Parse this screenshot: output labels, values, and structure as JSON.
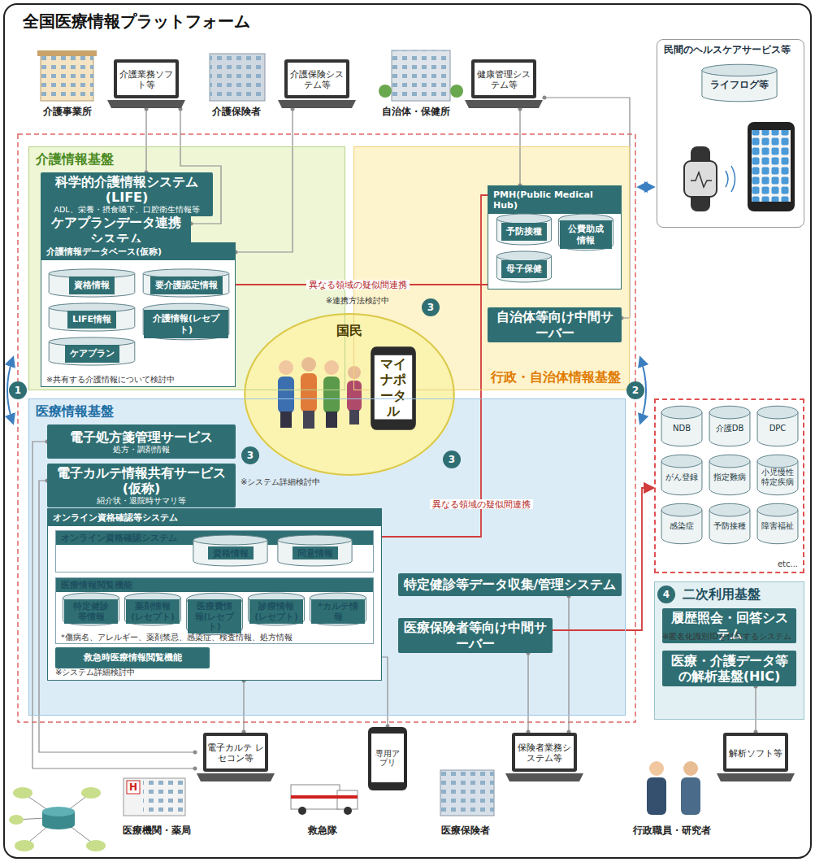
{
  "diagram": {
    "title": "全国医療情報プラットフォーム",
    "nodes": [
      {
        "text": [
          "介護業務ソフト等"
        ]
      },
      {
        "text": [
          "介護保険システム等"
        ]
      },
      {
        "text": [
          "健康管理システム等"
        ]
      },
      {
        "text": [
          "民間のヘルスケアサービス等"
        ]
      },
      {
        "text": [
          "ライフログ等"
        ],
        "in": 3
      },
      {
        "text": [
          "介護情報基盤"
        ]
      },
      {
        "text": [
          "科学的介護情報システム(LIFE)",
          "ADL、栄養・摂食嚥下、口腔衛生情報等"
        ],
        "in": 5
      },
      {
        "text": [
          "ケアプランデータ連携システム"
        ],
        "in": 5
      },
      {
        "text": [
          "介護情報データベース(仮称)",
          "※共有する介護情報について検討中"
        ],
        "in": 5
      },
      {
        "text": [
          "資格情報"
        ],
        "in": 8
      },
      {
        "text": [
          "要介護認定情報"
        ],
        "in": 8
      },
      {
        "text": [
          "LIFE情報"
        ],
        "in": 8
      },
      {
        "text": [
          "介護情報(レセプト)"
        ],
        "in": 8
      },
      {
        "text": [
          "ケアプラン"
        ],
        "in": 8
      },
      {
        "text": [
          "行政・自治体情報基盤"
        ]
      },
      {
        "text": [
          "PMH(Public Medical Hub)"
        ],
        "in": 14
      },
      {
        "text": [
          "予防接種"
        ],
        "in": 15
      },
      {
        "text": [
          "公費助成情報"
        ],
        "in": 15
      },
      {
        "text": [
          "母子保健"
        ],
        "in": 15
      },
      {
        "text": [
          "自治体等向け中間サーバー"
        ],
        "in": 14
      },
      {
        "text": [
          "国民"
        ]
      },
      {
        "text": [
          "マイナポータル"
        ],
        "in": 20
      },
      {
        "text": [
          "医療情報基盤"
        ]
      },
      {
        "text": [
          "電子処方箋管理サービス",
          "処方・調剤情報"
        ],
        "in": 22
      },
      {
        "text": [
          "電子カルテ情報共有サービス(仮称)",
          "紹介状・退院時サマリ等"
        ],
        "in": 22
      },
      {
        "text": [
          "オンライン資格確認等システム"
        ],
        "in": 22
      },
      {
        "text": [
          "オンライン資格確認システム"
        ],
        "in": 25
      },
      {
        "text": [
          "資格情報"
        ],
        "in": 26
      },
      {
        "text": [
          "同意情報"
        ],
        "in": 26
      },
      {
        "text": [
          "医療情報閲覧機能",
          "*傷病名、アレルギー、薬剤禁忌、感染症、検査情報、処方情報"
        ],
        "in": 25
      },
      {
        "text": [
          "特定健診等情報"
        ],
        "in": 29
      },
      {
        "text": [
          "薬剤情報(レセプト)"
        ],
        "in": 29
      },
      {
        "text": [
          "医療費情報(レセプト)"
        ],
        "in": 29
      },
      {
        "text": [
          "診療情報(レセプト)"
        ],
        "in": 29
      },
      {
        "text": [
          "*カルテ情報"
        ],
        "in": 29
      },
      {
        "text": [
          "救急時医療情報閲覧機能"
        ],
        "in": 25
      },
      {
        "text": [
          "特定健診等データ収集/管理システム"
        ],
        "in": 22
      },
      {
        "text": [
          "医療保険者等向け中間サーバー"
        ],
        "in": 22
      },
      {
        "text": [
          "etc..."
        ]
      },
      {
        "text": [
          "NDB"
        ],
        "in": 38
      },
      {
        "text": [
          "介護DB"
        ],
        "in": 38
      },
      {
        "text": [
          "DPC"
        ],
        "in": 38
      },
      {
        "text": [
          "がん登録"
        ],
        "in": 38
      },
      {
        "text": [
          "指定難病"
        ],
        "in": 38
      },
      {
        "text": [
          "小児慢性特定疾病"
        ],
        "in": 38
      },
      {
        "text": [
          "感染症"
        ],
        "in": 38
      },
      {
        "text": [
          "予防接種"
        ],
        "in": 38
      },
      {
        "text": [
          "障害福祉"
        ],
        "in": 38
      },
      {
        "text": [
          "二次利用基盤"
        ]
      },
      {
        "text": [
          "履歴照会・回答システム"
        ],
        "in": 48
      },
      {
        "text": [
          "医療・介護データ等の解析基盤(HIC)"
        ],
        "in": 48
      },
      {
        "text": [
          "電子カルテ レセコン等"
        ]
      },
      {
        "text": [
          "専用アプリ"
        ]
      },
      {
        "text": [
          "保険者業務システム等"
        ]
      },
      {
        "text": [
          "解析ソフト等"
        ]
      }
    ],
    "edges": [
      {
        "from": 0,
        "to": 6,
        "arrow": "none"
      },
      {
        "from": 0,
        "to": 7,
        "arrow": "none"
      },
      {
        "from": 1,
        "to": 8,
        "arrow": "none"
      },
      {
        "from": 2,
        "to": 15,
        "arrow": "none"
      },
      {
        "from": 2,
        "to": 19,
        "arrow": "none"
      },
      {
        "from": 8,
        "to": 15,
        "label": "異なる領域の疑似間連携",
        "arrow": "none"
      },
      {
        "from": 15,
        "to": 25,
        "label": "異なる領域の疑似間連携",
        "arrow": "none"
      },
      {
        "from": 51,
        "to": 23,
        "arrow": "none"
      },
      {
        "from": 51,
        "to": 24,
        "arrow": "none"
      },
      {
        "from": 51,
        "to": 25,
        "arrow": "none"
      },
      {
        "from": 52,
        "to": 35,
        "arrow": "none"
      },
      {
        "from": 53,
        "to": 36,
        "arrow": "none"
      },
      {
        "from": 53,
        "to": 37,
        "arrow": "none"
      },
      {
        "from": 37,
        "to": 38,
        "arrow": "to"
      },
      {
        "from": 54,
        "to": 50,
        "arrow": "none"
      }
    ],
    "labels": [
      "介護事業所",
      "介護保険者",
      "自治体・保健所",
      "医療機関・薬局",
      "救急隊",
      "医療保険者",
      "行政職員・研究者",
      "H",
      "1",
      "2",
      "3",
      "3",
      "3",
      "4",
      "※連携方法検討中",
      "※システム詳細検討中",
      "※システム詳細検討中",
      "※匿名化識別IDを付与するシステム"
    ]
  }
}
